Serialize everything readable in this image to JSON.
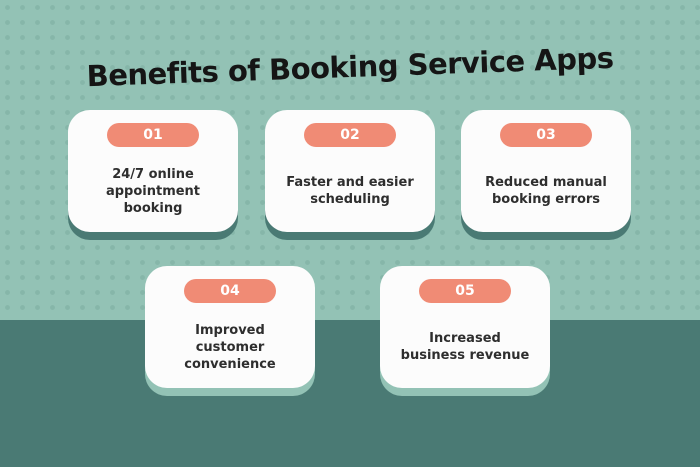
{
  "title": "Benefits of Booking Service Apps",
  "colors": {
    "background": "#93c2b5",
    "band": "#4a7a74",
    "accent": "#f08b75"
  },
  "benefits": [
    {
      "number": "01",
      "text": "24/7 online appointment booking"
    },
    {
      "number": "02",
      "text": "Faster and easier scheduling"
    },
    {
      "number": "03",
      "text": "Reduced manual booking errors"
    },
    {
      "number": "04",
      "text": "Improved customer convenience"
    },
    {
      "number": "05",
      "text": "Increased business revenue"
    }
  ]
}
